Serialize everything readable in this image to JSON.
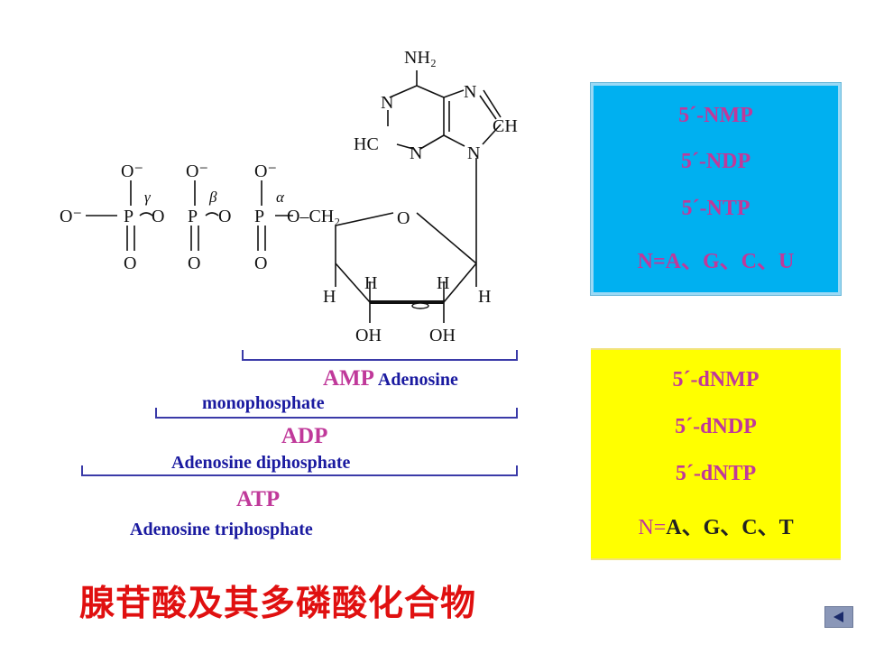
{
  "structure": {
    "nh2": "NH₂",
    "n1": "N",
    "n3": "N",
    "n7": "N",
    "n9": "N",
    "ch": "CH",
    "hc": "HC",
    "o_ring": "O",
    "ch2": "O–CH₂",
    "oh1": "OH",
    "oh2": "OH",
    "h": "H",
    "o_minus": "O⁻",
    "o": "O",
    "p": "P",
    "gamma": "γ",
    "beta": "β",
    "alpha": "α"
  },
  "labels": {
    "amp_abbr": "AMP",
    "amp_full_a": "Adenosine",
    "amp_full_b": "monophosphate",
    "adp_abbr": "ADP",
    "adp_full": "Adenosine diphosphate",
    "atp_abbr": "ATP",
    "atp_full": "Adenosine triphosphate"
  },
  "ribo_box": {
    "line1": "5´-NMP",
    "line2": "5´-NDP",
    "line3": "5´-NTP",
    "line4": "N=A、G、C、U"
  },
  "deoxy_box": {
    "line1": "5´-dNMP",
    "line2": "5´-dNDP",
    "line3": "5´-dNTP",
    "line4_prefix": "N=",
    "line4_rest": "A、G、C、T"
  },
  "title": "腺苷酸及其多磷酸化合物",
  "colors": {
    "magenta": "#c0399a",
    "navy": "#1a1aa0",
    "blue_box": "#00b0f0",
    "yellow_box": "#ffff00",
    "title_red": "#e01010"
  },
  "icons": {
    "nav": "triangle-left-icon"
  }
}
